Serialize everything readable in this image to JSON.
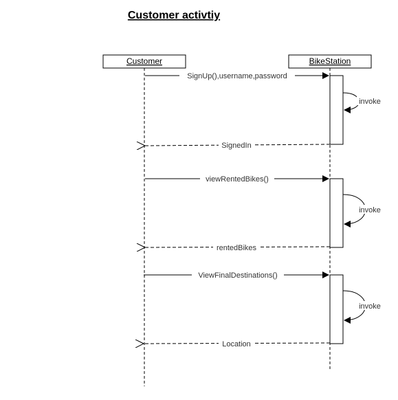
{
  "title": "Customer activtiy",
  "lifelines": {
    "customer": "Customer",
    "station": "BikeStation"
  },
  "messages": [
    {
      "label": "SignUp(),username,password",
      "kind": "call"
    },
    {
      "label": "invoke",
      "kind": "self"
    },
    {
      "label": "SignedIn",
      "kind": "return"
    },
    {
      "label": "viewRentedBikes()",
      "kind": "call"
    },
    {
      "label": "invoke",
      "kind": "self"
    },
    {
      "label": "rentedBikes",
      "kind": "return"
    },
    {
      "label": "ViewFinalDestinations()",
      "kind": "call"
    },
    {
      "label": "invoke",
      "kind": "self"
    },
    {
      "label": "Location",
      "kind": "return"
    }
  ]
}
